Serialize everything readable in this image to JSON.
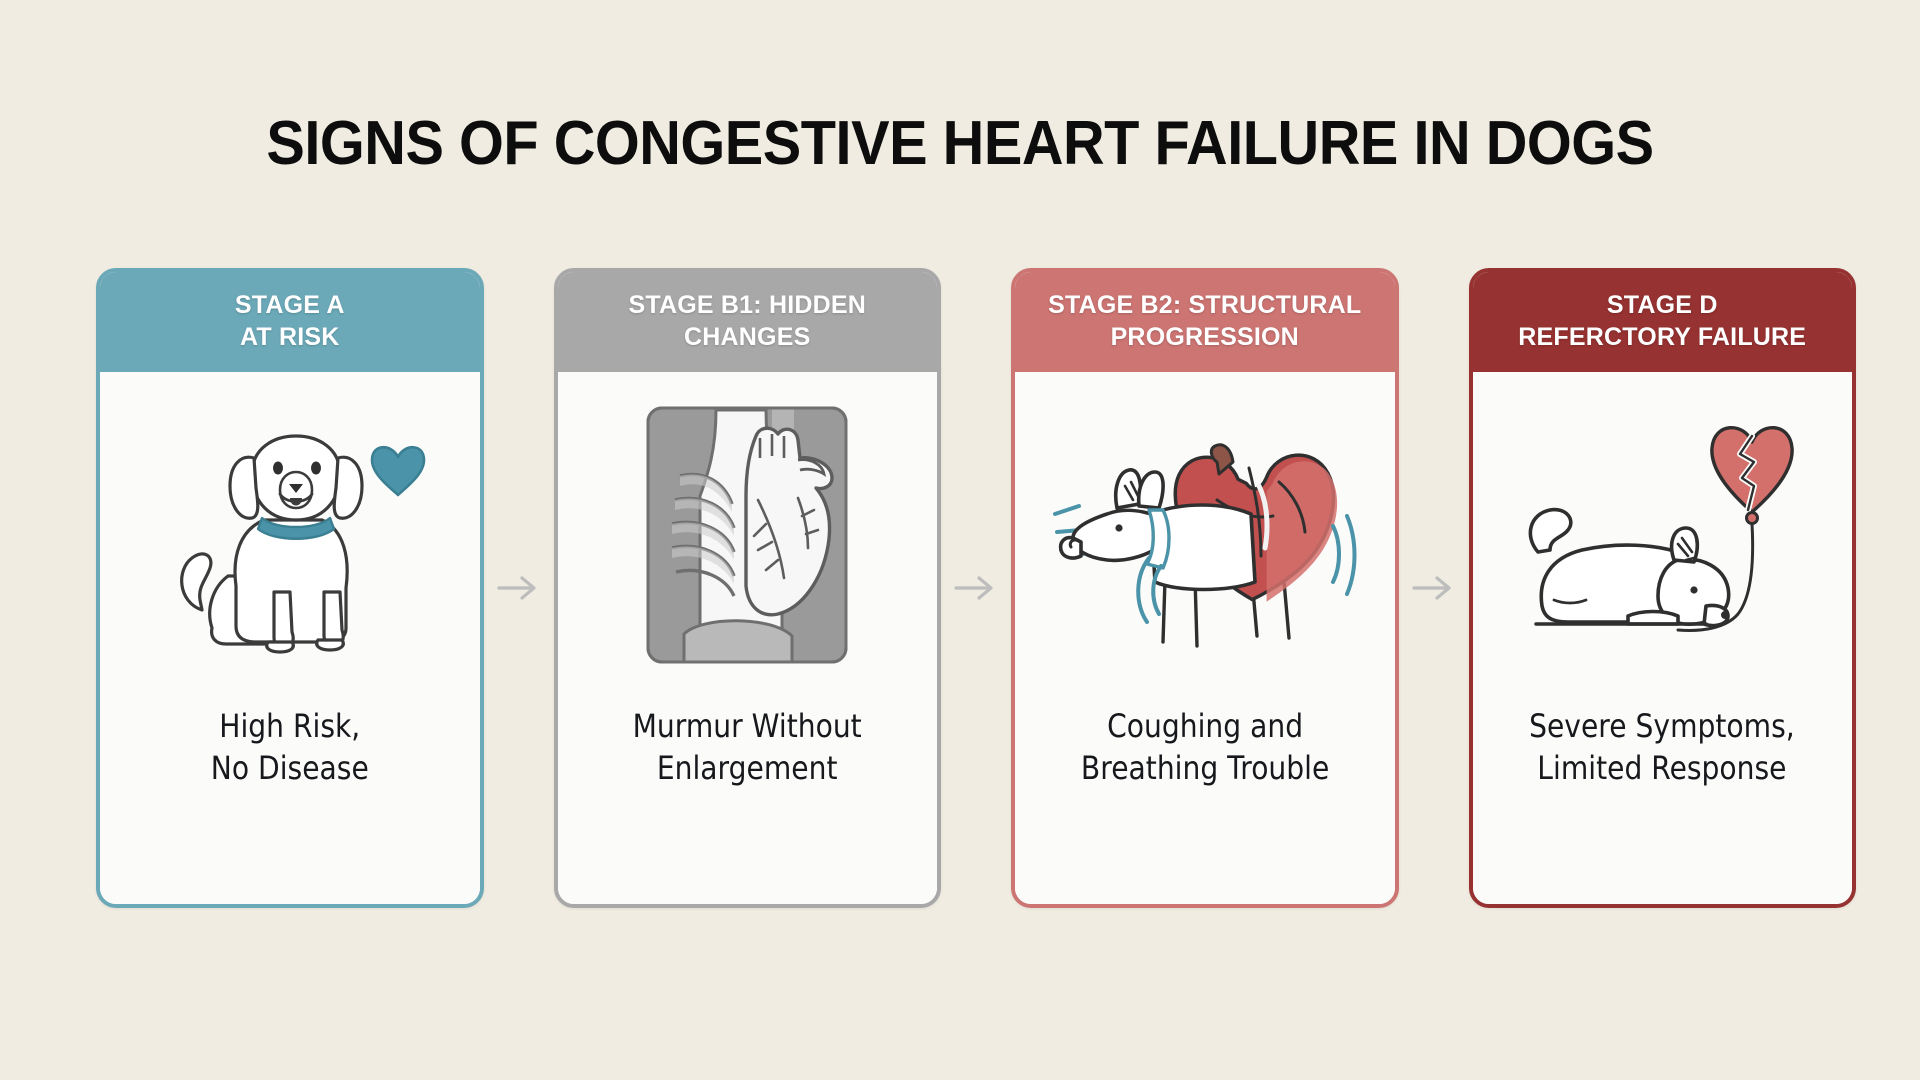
{
  "page": {
    "title": "SIGNS OF CONGESTIVE HEART FAILURE IN DOGS",
    "background_color": "#f0ece1"
  },
  "colors": {
    "background": "#f0ece1",
    "card_surface": "#fbfbfa",
    "title_text": "#0d0d0d",
    "caption_text": "#16181c",
    "arrow": "#bdbdbd",
    "stage_a": "#6ba9b8",
    "stage_b1": "#a8a8a8",
    "stage_b2": "#cc7573",
    "stage_d": "#963231",
    "teal_accent": "#4a93a8",
    "heart_red": "#c1504f",
    "heart_red_light": "#d3706c",
    "xray_gray": "#9a9a9a",
    "outline": "#3b3b3b"
  },
  "stages": [
    {
      "id": "stage-a",
      "header_line1": "STAGE A",
      "header_line2": "AT RISK",
      "header_color": "#6ba9b8",
      "border_color": "#6ba9b8",
      "caption": "High Risk,\nNo Disease",
      "illustration": "sitting-dog-with-teal-heart-icon"
    },
    {
      "id": "stage-b1",
      "header_line1": "STAGE B1: HIDDEN",
      "header_line2": "CHANGES",
      "header_color": "#a8a8a8",
      "border_color": "#a8a8a8",
      "caption": "Murmur Without\nEnlargement",
      "illustration": "chest-xray-heart-and-ribs-icon"
    },
    {
      "id": "stage-b2",
      "header_line1": "STAGE B2: STRUCTURAL",
      "header_line2": "PROGRESSION",
      "header_color": "#cc7573",
      "border_color": "#cc7573",
      "caption": "Coughing and\nBreathing Trouble",
      "illustration": "coughing-dog-with-enlarged-heart-icon"
    },
    {
      "id": "stage-d",
      "header_line1": "STAGE D",
      "header_line2": "REFERCTORY FAILURE",
      "header_color": "#963231",
      "border_color": "#963231",
      "caption": "Severe Symptoms,\nLimited Response",
      "illustration": "lying-dog-with-broken-heart-balloon-icon"
    }
  ],
  "connectors": [
    {
      "id": "arrow-1",
      "icon": "arrow-right-icon"
    },
    {
      "id": "arrow-2",
      "icon": "arrow-right-icon"
    },
    {
      "id": "arrow-3",
      "icon": "arrow-right-icon"
    }
  ]
}
